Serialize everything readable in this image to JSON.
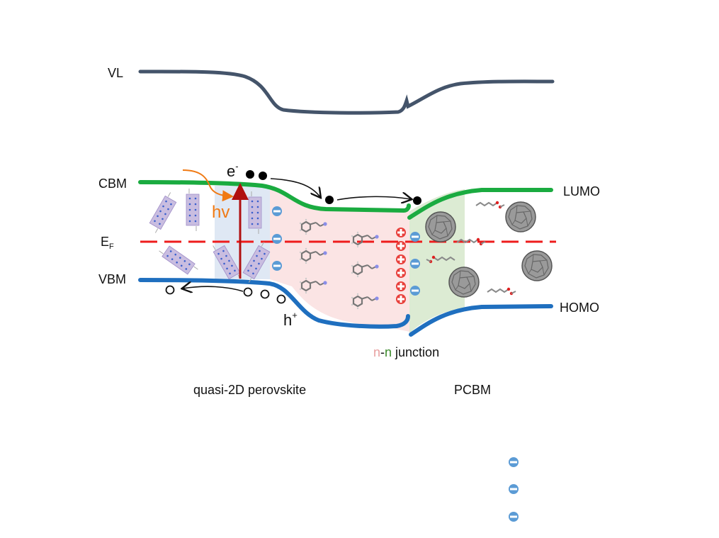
{
  "labels": {
    "vl": "VL",
    "cbm": "CBM",
    "ef_main": "E",
    "ef_sub": "F",
    "vbm": "VBM",
    "lumo": "LUMO",
    "homo": "HOMO",
    "electron_main": "e",
    "electron_sup": "-",
    "hole_main": "h",
    "hole_sup": "+",
    "photon": "hv",
    "junction_n1": "n",
    "junction_dash": "-",
    "junction_n2": "n",
    "junction_word": " junction",
    "perovskite": "quasi-2D perovskite",
    "pcbm": "PCBM"
  },
  "colors": {
    "vacuum_level": "#44546a",
    "conduction": "#1aab40",
    "valence": "#1f6fbf",
    "fermi": "#ee1c1c",
    "photon_arrow": "#f07a14",
    "excitation_arrow": "#b01010",
    "negative_charge": "#5b9bd5",
    "positive_charge": "#e8403c",
    "region_blue": "#dfe8f4",
    "region_pink": "#fbe4e4",
    "region_green": "#dcebd3",
    "junction_n1": "#e8a0a0",
    "junction_n2": "#3a8a2a"
  },
  "charges": {
    "perovskite_negative_count": 3,
    "junction_positive_count": 6,
    "pcbm_negative_count": 3,
    "stray_negative_count": 3
  }
}
